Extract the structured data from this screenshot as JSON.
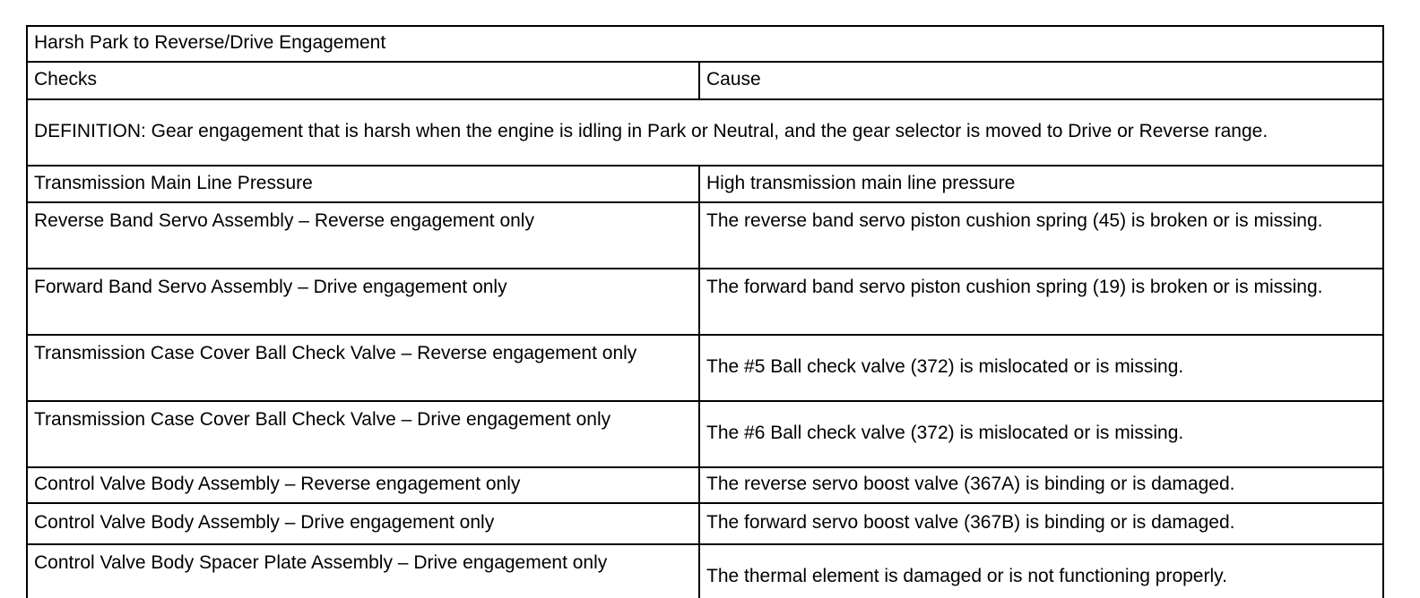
{
  "document": {
    "table_title": "Harsh Park to Reverse/Drive Engagement",
    "columns": {
      "checks": "Checks",
      "cause": "Cause"
    },
    "definition": "DEFINITION: Gear engagement that is harsh when the engine is idling in Park or Neutral, and the gear selector is moved to Drive or Reverse range.",
    "rows": [
      {
        "check": "Transmission Main Line Pressure",
        "cause": "High transmission main line pressure"
      },
      {
        "check": "Reverse Band Servo Assembly – Reverse engagement only",
        "cause": "The reverse band servo piston cushion spring (45) is broken or is missing."
      },
      {
        "check": "Forward Band Servo Assembly – Drive engagement only",
        "cause": "The forward band servo piston cushion spring (19) is broken or is missing."
      },
      {
        "check": "Transmission Case Cover Ball Check Valve – Reverse engagement only",
        "cause": "The #5 Ball check valve (372) is mislocated or is missing."
      },
      {
        "check": "Transmission Case Cover Ball Check Valve – Drive engagement only",
        "cause": "The #6 Ball check valve (372) is mislocated or is missing."
      },
      {
        "check": "Control Valve Body Assembly – Reverse engagement only",
        "cause": "The reverse servo boost valve (367A) is binding or is damaged."
      },
      {
        "check": "Control Valve Body Assembly – Drive engagement only",
        "cause": "The forward servo boost valve (367B) is binding or is damaged."
      },
      {
        "check": "Control Valve Body Spacer Plate Assembly – Drive engagement only",
        "cause": "The thermal element is damaged or is not functioning properly."
      }
    ],
    "colors": {
      "border": "#000000",
      "text": "#000000",
      "background": "#ffffff"
    }
  }
}
